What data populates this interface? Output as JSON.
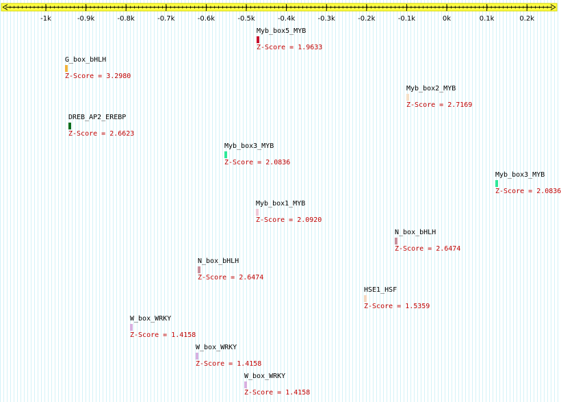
{
  "ruler": {
    "ticks": [
      "-1k",
      "-0.9k",
      "-0.8k",
      "-0.7k",
      "-0.6k",
      "-0.5k",
      "-0.4k",
      "-0.3k",
      "-0.2k",
      "-0.1k",
      "0k",
      "0.1k",
      "0.2k"
    ],
    "bar_color": "#ffff44",
    "border_color": "#d4d400"
  },
  "sites": [
    {
      "name": "Myb_box5_MYB",
      "score": "Z-Score = 1.9633",
      "color": "#c8102e"
    },
    {
      "name": "G_box_bHLH",
      "score": "Z-Score = 3.2980",
      "color": "#f0b43c"
    },
    {
      "name": "Myb_box2_MYB",
      "score": "Z-Score = 2.7169",
      "color": "#f5e0c8"
    },
    {
      "name": "DREB_AP2_EREBP",
      "score": "Z-Score = 2.6623",
      "color": "#0a6e1e"
    },
    {
      "name": "Myb_box3_MYB",
      "score": "Z-Score = 2.0836",
      "color": "#2ee89a"
    },
    {
      "name": "Myb_box3_MYB",
      "score": "Z-Score = 2.0836",
      "color": "#2ee89a"
    },
    {
      "name": "Myb_box1_MYB",
      "score": "Z-Score = 2.0920",
      "color": "#f0c8d8"
    },
    {
      "name": "N_box_bHLH",
      "score": "Z-Score = 2.6474",
      "color": "#c8909c"
    },
    {
      "name": "N_box_bHLH",
      "score": "Z-Score = 2.6474",
      "color": "#c8909c"
    },
    {
      "name": "HSE1_HSF",
      "score": "Z-Score = 1.5359",
      "color": "#f5d8c0"
    },
    {
      "name": "W_box_WRKY",
      "score": "Z-Score = 1.4158",
      "color": "#d8b0e0"
    },
    {
      "name": "W_box_WRKY",
      "score": "Z-Score = 1.4158",
      "color": "#d8b0e0"
    },
    {
      "name": "W_box_WRKY",
      "score": "Z-Score = 1.4158",
      "color": "#d8b0e0"
    }
  ]
}
